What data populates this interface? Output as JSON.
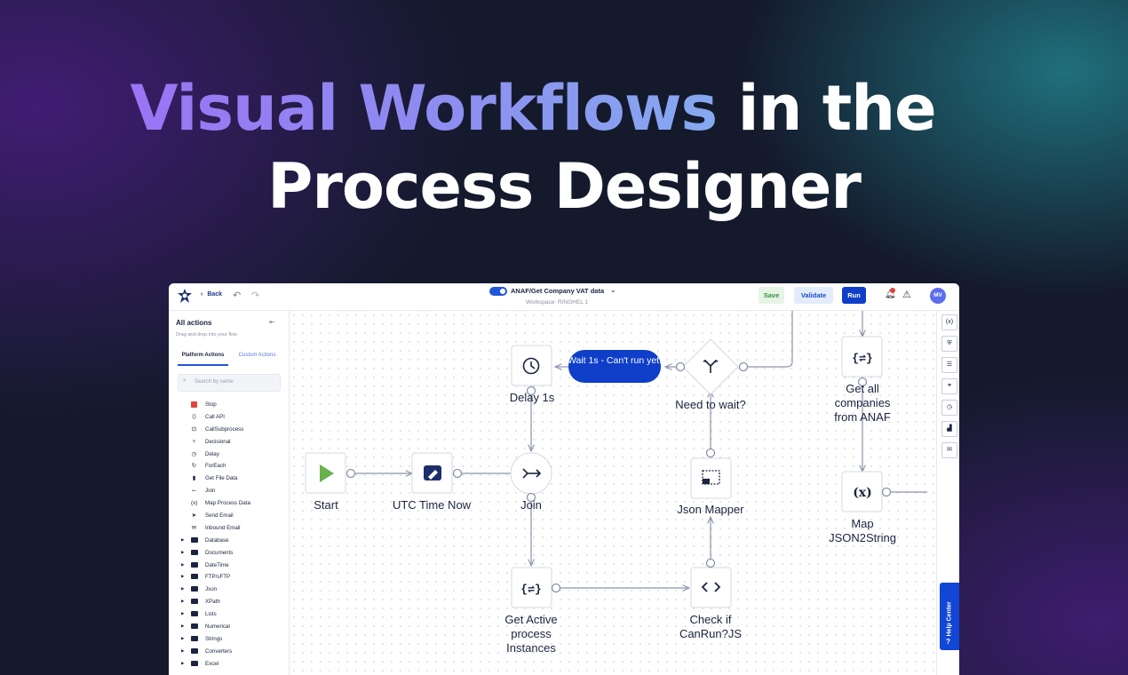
{
  "hero": {
    "title_highlight": "Visual Workflows",
    "title_rest": "in the",
    "title_line2": "Process Designer"
  },
  "topbar": {
    "back_label": "Back",
    "process_title": "ANAF/Get Company VAT data",
    "workspace": "Workspace: RINGHEL 1",
    "save_label": "Save",
    "validate_label": "Validate",
    "run_label": "Run",
    "avatar_initials": "MV"
  },
  "sidebar": {
    "title": "All actions",
    "subtitle": "Drag and drop into your flow",
    "tabs": [
      "Platform Actions",
      "Custom Actions"
    ],
    "search_placeholder": "Search by name",
    "actions": [
      {
        "label": "Stop",
        "icon": "stop-icon"
      },
      {
        "label": "Call API",
        "icon": "api-icon"
      },
      {
        "label": "CallSubprocess",
        "icon": "subprocess-icon"
      },
      {
        "label": "Decisional",
        "icon": "decision-icon"
      },
      {
        "label": "Delay",
        "icon": "clock-icon"
      },
      {
        "label": "ForEach",
        "icon": "loop-icon"
      },
      {
        "label": "Get File Data",
        "icon": "file-icon"
      },
      {
        "label": "Join",
        "icon": "join-icon"
      },
      {
        "label": "Map Process Data",
        "icon": "map-icon"
      },
      {
        "label": "Send Email",
        "icon": "send-icon"
      },
      {
        "label": "Inbound Email",
        "icon": "mail-icon"
      }
    ],
    "folders": [
      "Database",
      "Documents",
      "DateTime",
      "FTP/sFTP",
      "Json",
      "XPath",
      "Lists",
      "Numerical",
      "Strings",
      "Converters",
      "Excel"
    ]
  },
  "nodes": {
    "start": "Start",
    "utc": "UTC Time Now",
    "join": "Join",
    "delay": "Delay 1s",
    "wait_bubble": "Wait 1s - Can't run yet!",
    "need_wait": "Need to wait?",
    "json_mapper": "Json Mapper",
    "get_active": "Get Active process Instances",
    "check_run": "Check if CanRun?JS",
    "get_all": "Get all companies from ANAF",
    "map_json": "Map JSON2String"
  },
  "help_label": "Help Center",
  "colors": {
    "accent": "#1146d6",
    "start_green": "#6ab04c",
    "stop_red": "#e0433a",
    "edge": "#8a93a8"
  }
}
